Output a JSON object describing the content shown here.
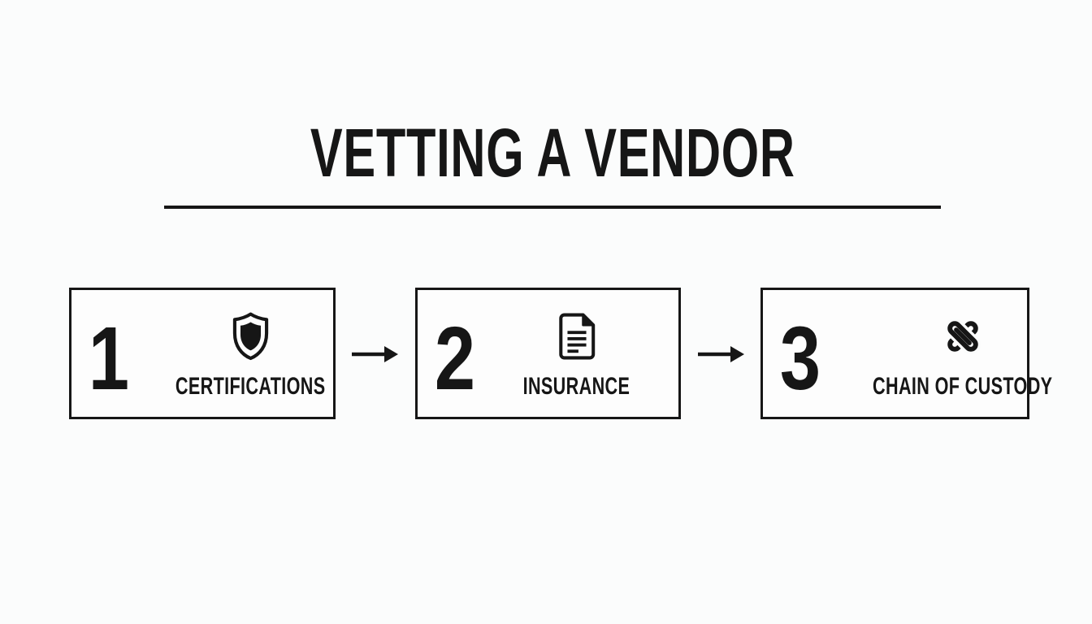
{
  "page": {
    "title": "VETTING A VENDOR",
    "background_color": "#fbfcfc",
    "ink_color": "#161616",
    "box_border_color": "#161616"
  },
  "steps": [
    {
      "number": "1",
      "label": "CERTIFICATIONS",
      "icon": "shield-icon"
    },
    {
      "number": "2",
      "label": "INSURANCE",
      "icon": "document-icon"
    },
    {
      "number": "3",
      "label": "CHAIN OF CUSTODY",
      "icon": "chain-links-icon"
    }
  ],
  "arrows": [
    {
      "glyph": "right-arrow"
    },
    {
      "glyph": "right-arrow"
    }
  ]
}
